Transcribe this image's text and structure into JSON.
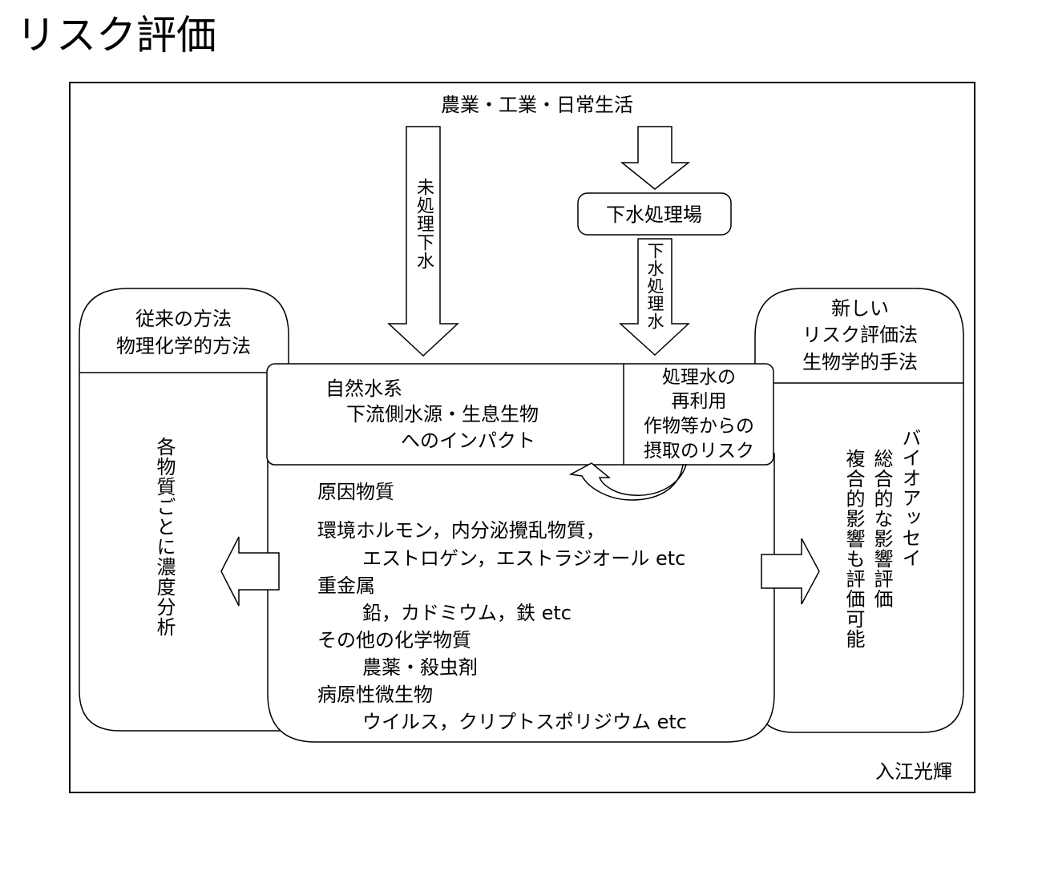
{
  "title": "リスク評価",
  "top_source": "農業・工業・日常生活",
  "untreated_sewage": "未処理下水",
  "treatment_plant": "下水処理場",
  "treated_effluent": "下水処理水",
  "left_panel": {
    "heading_line1": "従来の方法",
    "heading_line2": "物理化学的方法",
    "body_vertical": "各物質ごとに濃度分析"
  },
  "right_panel": {
    "heading_line1": "新しい",
    "heading_line2": "リスク評価法",
    "heading_line3": "生物学的手法",
    "body_vertical_col1": "バイオアッセイ",
    "body_vertical_col2": "総合的な影響評価",
    "body_vertical_col3": "複合的影響も評価可能"
  },
  "natural_water": {
    "line1": "自然水系",
    "line2": "下流側水源・生息生物",
    "line3": "へのインパクト"
  },
  "reuse": {
    "line1": "処理水の",
    "line2": "再利用",
    "line3": "作物等からの",
    "line4": "摂取のリスク"
  },
  "causes": {
    "heading": "原因物質",
    "items": [
      {
        "category": "環境ホルモン，内分泌攪乱物質，",
        "examples": "エストロゲン，エストラジオール etc"
      },
      {
        "category": "重金属",
        "examples": "鉛，カドミウム，鉄 etc"
      },
      {
        "category": "その他の化学物質",
        "examples": "農薬・殺虫剤"
      },
      {
        "category": "病原性微生物",
        "examples": "ウイルス，クリプトスポリジウム etc"
      }
    ]
  },
  "author": "入江光輝"
}
